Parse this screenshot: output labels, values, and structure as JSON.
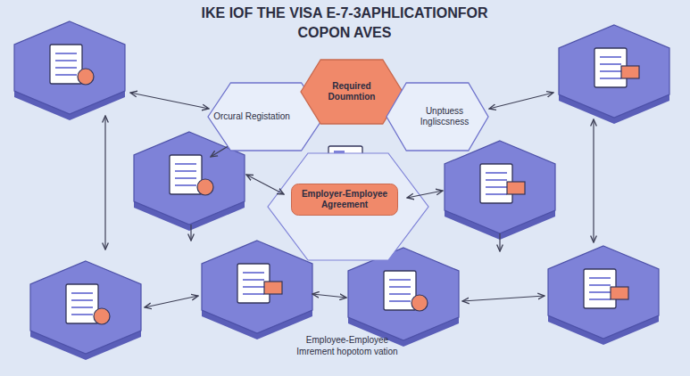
{
  "diagram": {
    "title": "IKE IOF THE VISA E-7-3APHLICATIONFOR COPON AVES",
    "nodes": [
      {
        "text": [
          "Orcural Registation"
        ]
      },
      {
        "text": [
          "Required Doumntion"
        ]
      },
      {
        "text": [
          "Unptuess Ingliscsness"
        ]
      },
      {
        "text": [
          "Employer-Employee Agreement"
        ]
      }
    ],
    "labels": [
      "Employee-Employee Imrement hopotom vation"
    ]
  }
}
